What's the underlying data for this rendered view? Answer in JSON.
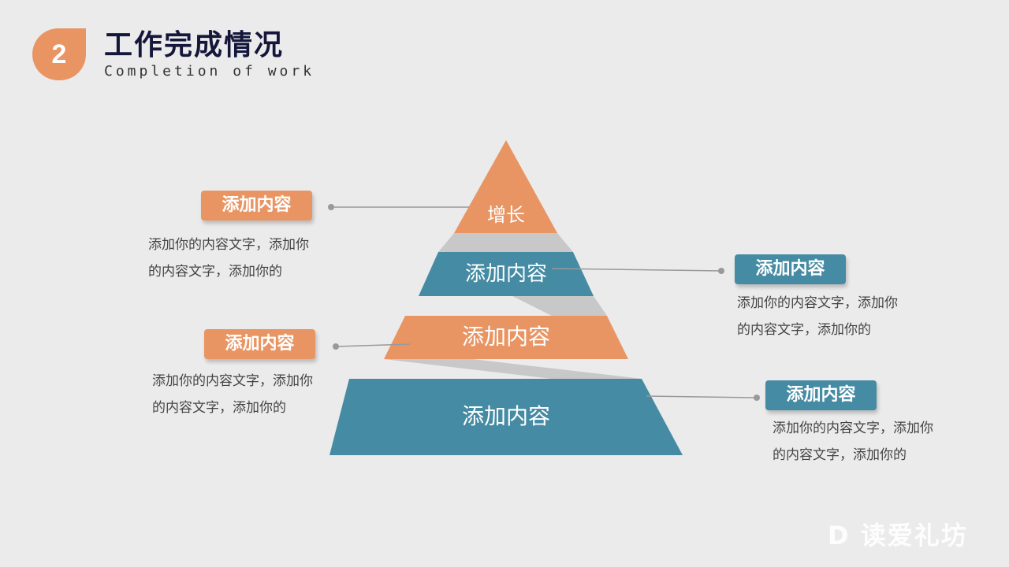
{
  "header": {
    "number": "2",
    "title": "工作完成情况",
    "subtitle": "Completion of work"
  },
  "pyramid": [
    "增长",
    "添加内容",
    "添加内容",
    "添加内容"
  ],
  "callouts": [
    {
      "label": "添加内容",
      "text": "添加你的内容文字，添加你的内容文字，添加你的"
    },
    {
      "label": "添加内容",
      "text": "添加你的内容文字，添加你的内容文字，添加你的"
    },
    {
      "label": "添加内容",
      "text": "添加你的内容文字，添加你的内容文字，添加你的"
    },
    {
      "label": "添加内容",
      "text": "添加你的内容文字，添加你的内容文字，添加你的"
    }
  ],
  "watermark": "D 读爱礼坊",
  "colors": {
    "orange": "#e99563",
    "teal": "#458ba3",
    "background": "#ebebeb"
  }
}
